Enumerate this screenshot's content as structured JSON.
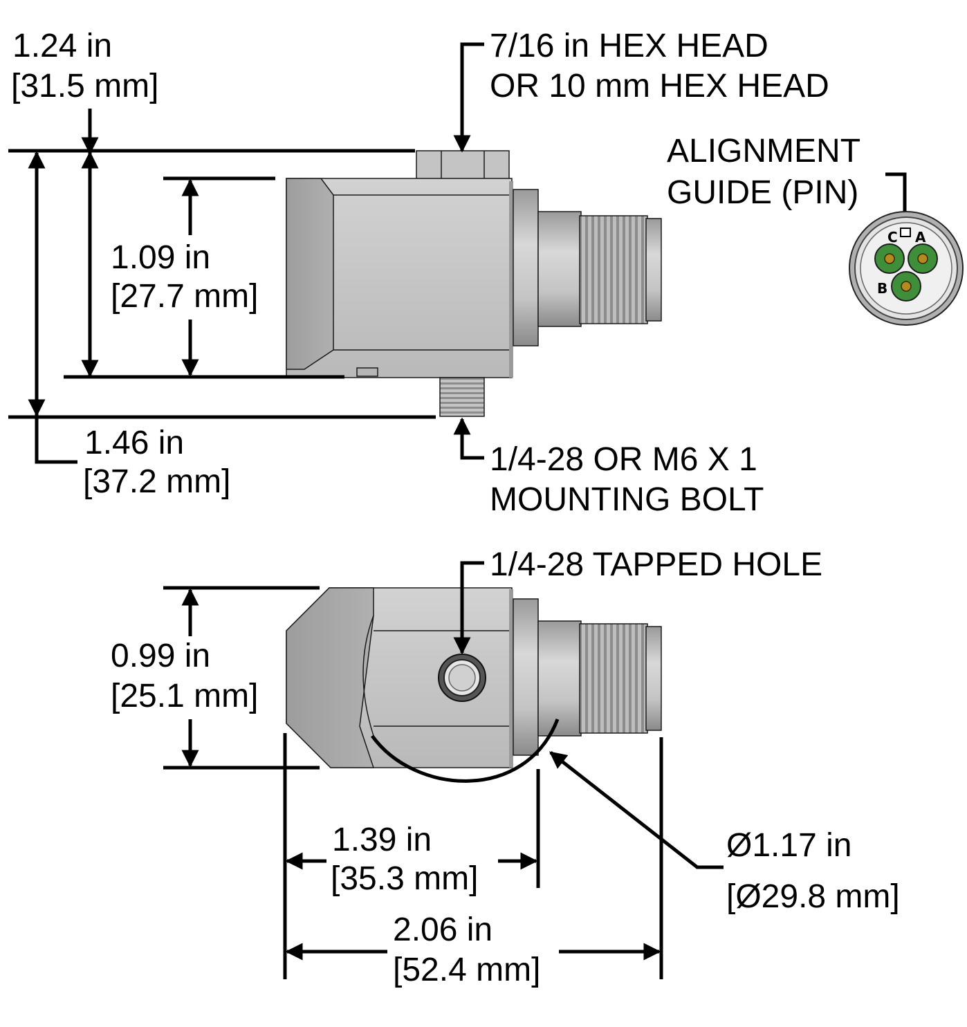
{
  "colors": {
    "body_light": "#c6c6c6",
    "body_mid": "#b5b5b5",
    "body_dark": "#8f8f8f",
    "pin_green": "#3f8f3a",
    "pin_gold": "#b58a1e",
    "line": "#000000"
  },
  "top_view": {
    "overall_height": {
      "inch": "1.24 in",
      "mm": "[31.5 mm]"
    },
    "body_height": {
      "inch": "1.09 in",
      "mm": "[27.7 mm]"
    },
    "total_height": {
      "inch": "1.46 in",
      "mm": "[37.2 mm]"
    },
    "hex_head_note": {
      "line1": "7/16 in HEX HEAD",
      "line2": "OR 10 mm HEX HEAD"
    },
    "mounting_bolt_note": {
      "line1": "1/4-28 OR M6 X 1",
      "line2": "MOUNTING BOLT"
    }
  },
  "connector_face": {
    "label": {
      "line1": "ALIGNMENT",
      "line2": "GUIDE (PIN)"
    },
    "pins": [
      "A",
      "B",
      "C"
    ]
  },
  "side_view": {
    "tapped_hole_note": "1/4-28 TAPPED HOLE",
    "height": {
      "inch": "0.99 in",
      "mm": "[25.1 mm]"
    },
    "length_body": {
      "inch": "1.39 in",
      "mm": "[35.3 mm]"
    },
    "length_total": {
      "inch": "2.06 in",
      "mm": "[52.4 mm]"
    },
    "diameter": {
      "inch": "Ø1.17 in",
      "mm": "[Ø29.8 mm]"
    }
  }
}
